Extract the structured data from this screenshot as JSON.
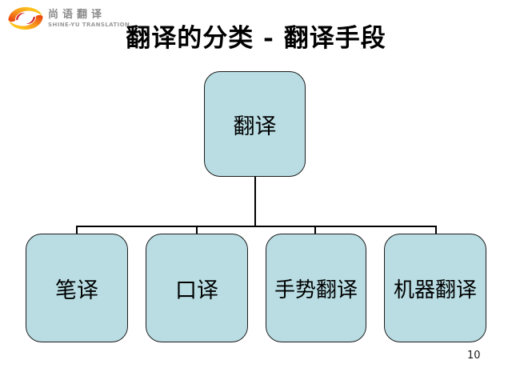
{
  "slide": {
    "title": "翻译的分类 - 翻译手段",
    "page_number": "10"
  },
  "logo": {
    "icon": "swirl-logo-icon",
    "name_zh": "尚语翻译",
    "name_en": "SHINE-YU TRANSLATION"
  },
  "diagram": {
    "type": "org-chart",
    "root": {
      "label": "翻译"
    },
    "children": [
      {
        "label": "笔译"
      },
      {
        "label": "口译"
      },
      {
        "label": "手势翻译"
      },
      {
        "label": "机器翻译"
      }
    ],
    "colors": {
      "node_fill": "#b9dde3",
      "node_border": "#1c1c1c",
      "connector": "#000000",
      "logo_gradient": [
        "#e8380d",
        "#f7941d",
        "#ffe11a"
      ]
    }
  }
}
